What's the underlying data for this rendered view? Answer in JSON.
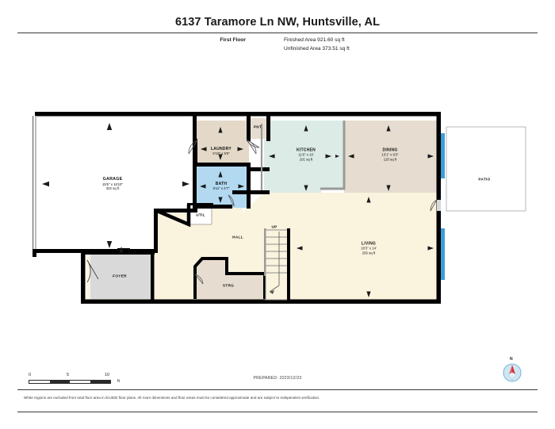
{
  "header": {
    "title": "6137 Taramore Ln NW, Huntsville, AL",
    "floor_label": "First Floor",
    "finished_area": "Finished Area 921.60 sq ft",
    "unfinished_area": "Unfinished Area 373.51 sq ft"
  },
  "rooms": [
    {
      "key": "garage",
      "name": "GARAGE",
      "dimensions": "19'5\" x 16'10\"",
      "area": "322 sq ft",
      "fill": "#ffffff"
    },
    {
      "key": "laundry",
      "name": "LAUNDRY",
      "dimensions": "5'10\" x 5'9\"",
      "area": "",
      "fill": "#e4d8c8"
    },
    {
      "key": "bath",
      "name": "BATH",
      "dimensions": "5'11\" x 4'7\"",
      "area": "",
      "fill": "#b2d9f0"
    },
    {
      "key": "kitchen",
      "name": "KITCHEN",
      "dimensions": "11'6\" x 10'",
      "area": "101 sq ft",
      "fill": "#dcebe6"
    },
    {
      "key": "dining",
      "name": "DINING",
      "dimensions": "13'1\" x 9'3\"",
      "area": "120 sq ft",
      "fill": "#e6ddd0"
    },
    {
      "key": "living",
      "name": "LIVING",
      "dimensions": "18'3\" x 14'",
      "area": "256 sq ft",
      "fill": "#faf3de"
    }
  ],
  "small_rooms": [
    {
      "key": "pnt",
      "name": "PNT",
      "fill": "#e6ddd0"
    },
    {
      "key": "util",
      "name": "UTIL",
      "fill": "#ffffff"
    },
    {
      "key": "hall",
      "name": "HALL",
      "fill": "#faf3de"
    },
    {
      "key": "strg",
      "name": "STRG",
      "fill": "#e6ddd0"
    },
    {
      "key": "foyer",
      "name": "FOYER",
      "fill": "#d9d9d9"
    },
    {
      "key": "patio",
      "name": "PATIO",
      "fill": "#ffffff"
    }
  ],
  "stairs": {
    "label": "UP"
  },
  "scale": {
    "t0": "0",
    "t5": "5",
    "t10": "10",
    "unit": "ft"
  },
  "compass": {
    "north": "N"
  },
  "footer": {
    "prepared": "PREPARED: 2023/12/23",
    "disclaimer": "White regions are excluded from total floor area in iGUIDE floor plans. All room dimensions and floor areas must be considered approximate and are subject to independent verification."
  },
  "colors": {
    "wall": "#000000",
    "window": "#3a9fd8",
    "kitchen_fill": "#dcebe6",
    "bath_fill": "#b2d9f0",
    "living_fill": "#faf3de",
    "dining_fill": "#e6ddd0",
    "foyer_fill": "#d9d9d9",
    "accent_line": "#9a9a9a"
  }
}
